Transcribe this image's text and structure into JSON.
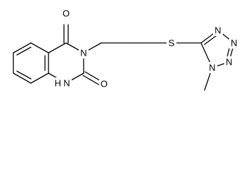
{
  "atoms": {
    "o_top": "O",
    "o_bottom": "O",
    "n3": "N",
    "nh_n": "N",
    "nh_h": "H",
    "s": "S",
    "tz_n1": "N",
    "tz_n2": "N",
    "tz_n3": "N",
    "tz_n4": "N"
  },
  "colors": {
    "bond": "#000000",
    "label": "#000000",
    "background": "#ffffff"
  }
}
